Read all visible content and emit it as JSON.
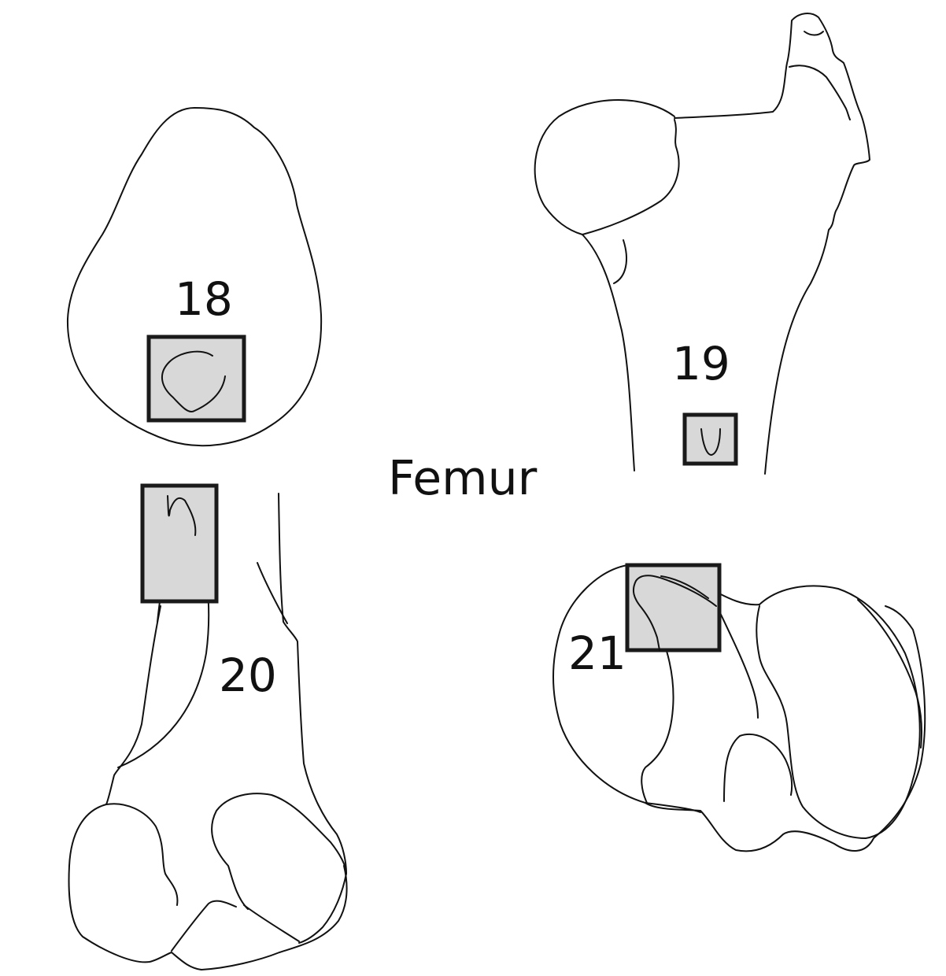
{
  "labels": {
    "title": "Femur",
    "v18": "18",
    "v19": "19",
    "v20": "20",
    "v21": "21"
  },
  "colors": {
    "outline": "#111111",
    "box_fill": "#d8d8d8",
    "box_stroke": "#1a1a1a",
    "background": "#ffffff"
  }
}
